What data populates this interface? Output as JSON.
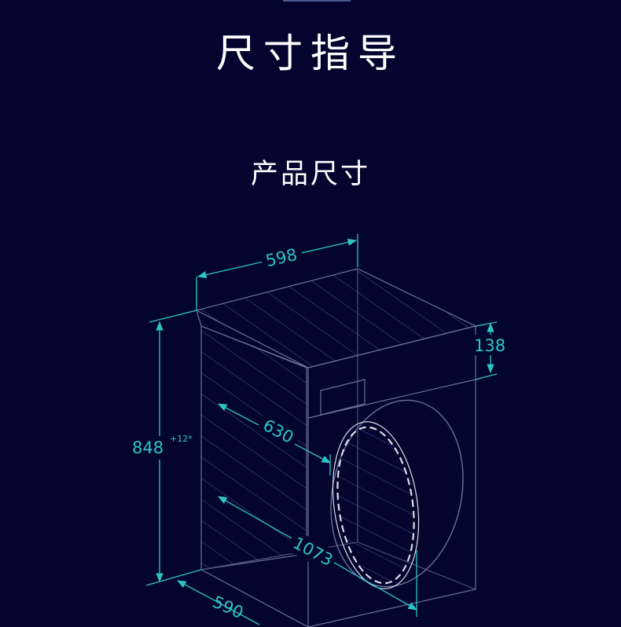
{
  "header": {
    "title": "尺寸指导",
    "subtitle": "产品尺寸"
  },
  "dimensions": {
    "width": "598",
    "height": "848",
    "height_tolerance": "+12*",
    "depth": "590",
    "inner_depth": "630",
    "door_open_depth": "1073",
    "top_panel": "138"
  },
  "colors": {
    "background": "#03052e",
    "dimension_lines": "#2ec4c6",
    "outline": "#6a7098"
  }
}
